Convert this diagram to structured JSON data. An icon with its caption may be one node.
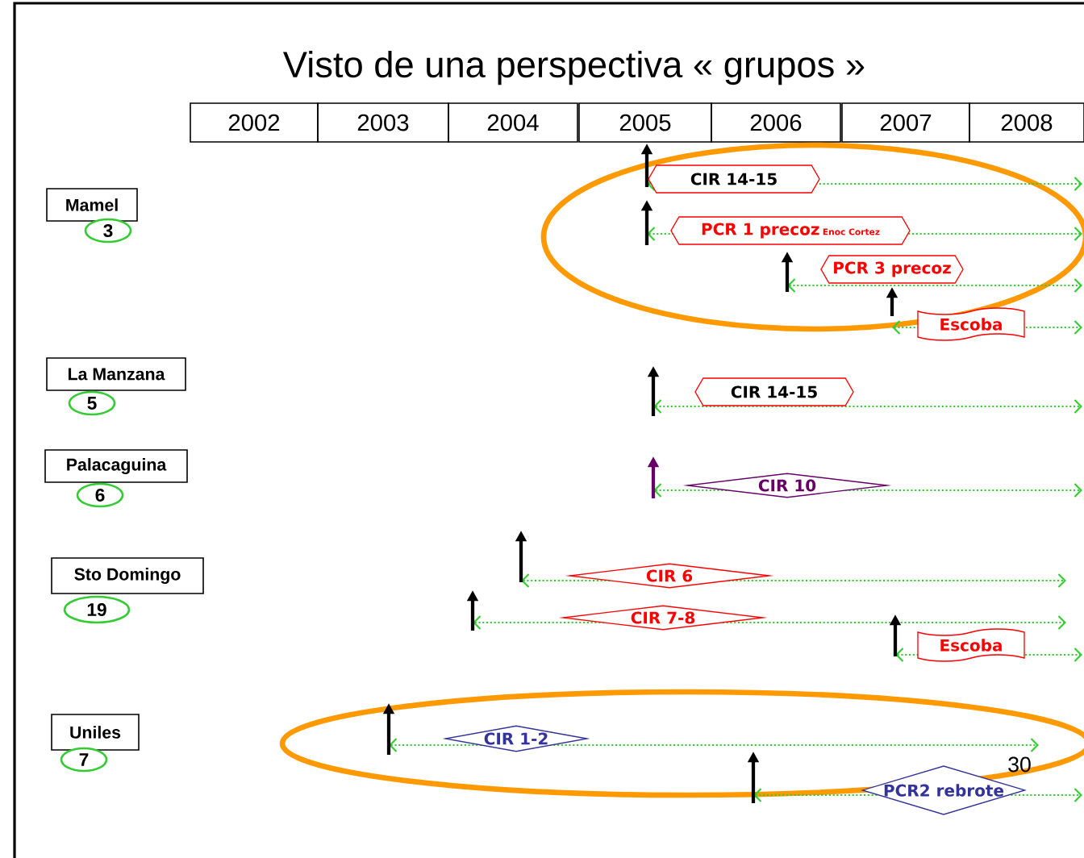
{
  "diagram": {
    "title": "Visto de una perspectiva « grupos »",
    "nodes": [
      {
        "text": [
          "Mamel"
        ]
      },
      {
        "text": [
          "3"
        ]
      },
      {
        "text": [
          "CIR 14-15"
        ]
      },
      {
        "text": [
          "PCR 1 precoz",
          "Enoc Cortez"
        ]
      },
      {
        "text": [
          "PCR 3 precoz"
        ]
      },
      {
        "text": [
          "Escoba"
        ]
      },
      {
        "text": [
          "La Manzana"
        ]
      },
      {
        "text": [
          "5"
        ]
      },
      {
        "text": [
          "CIR 14-15"
        ]
      },
      {
        "text": [
          "Palacaguina"
        ]
      },
      {
        "text": [
          "6"
        ]
      },
      {
        "text": [
          "CIR 10"
        ]
      },
      {
        "text": [
          "Sto Domingo"
        ]
      },
      {
        "text": [
          "19"
        ]
      },
      {
        "text": [
          "CIR 6"
        ]
      },
      {
        "text": [
          "CIR 7-8"
        ]
      },
      {
        "text": [
          "Escoba"
        ]
      },
      {
        "text": [
          "Uniles"
        ]
      },
      {
        "text": [
          "7"
        ]
      },
      {
        "text": [
          "CIR 1-2"
        ]
      },
      {
        "text": [
          "PCR2 rebrote"
        ]
      }
    ],
    "labels": [
      "2002",
      "2003",
      "2004",
      "2005",
      "2006",
      "2007",
      "2008",
      "30"
    ]
  }
}
